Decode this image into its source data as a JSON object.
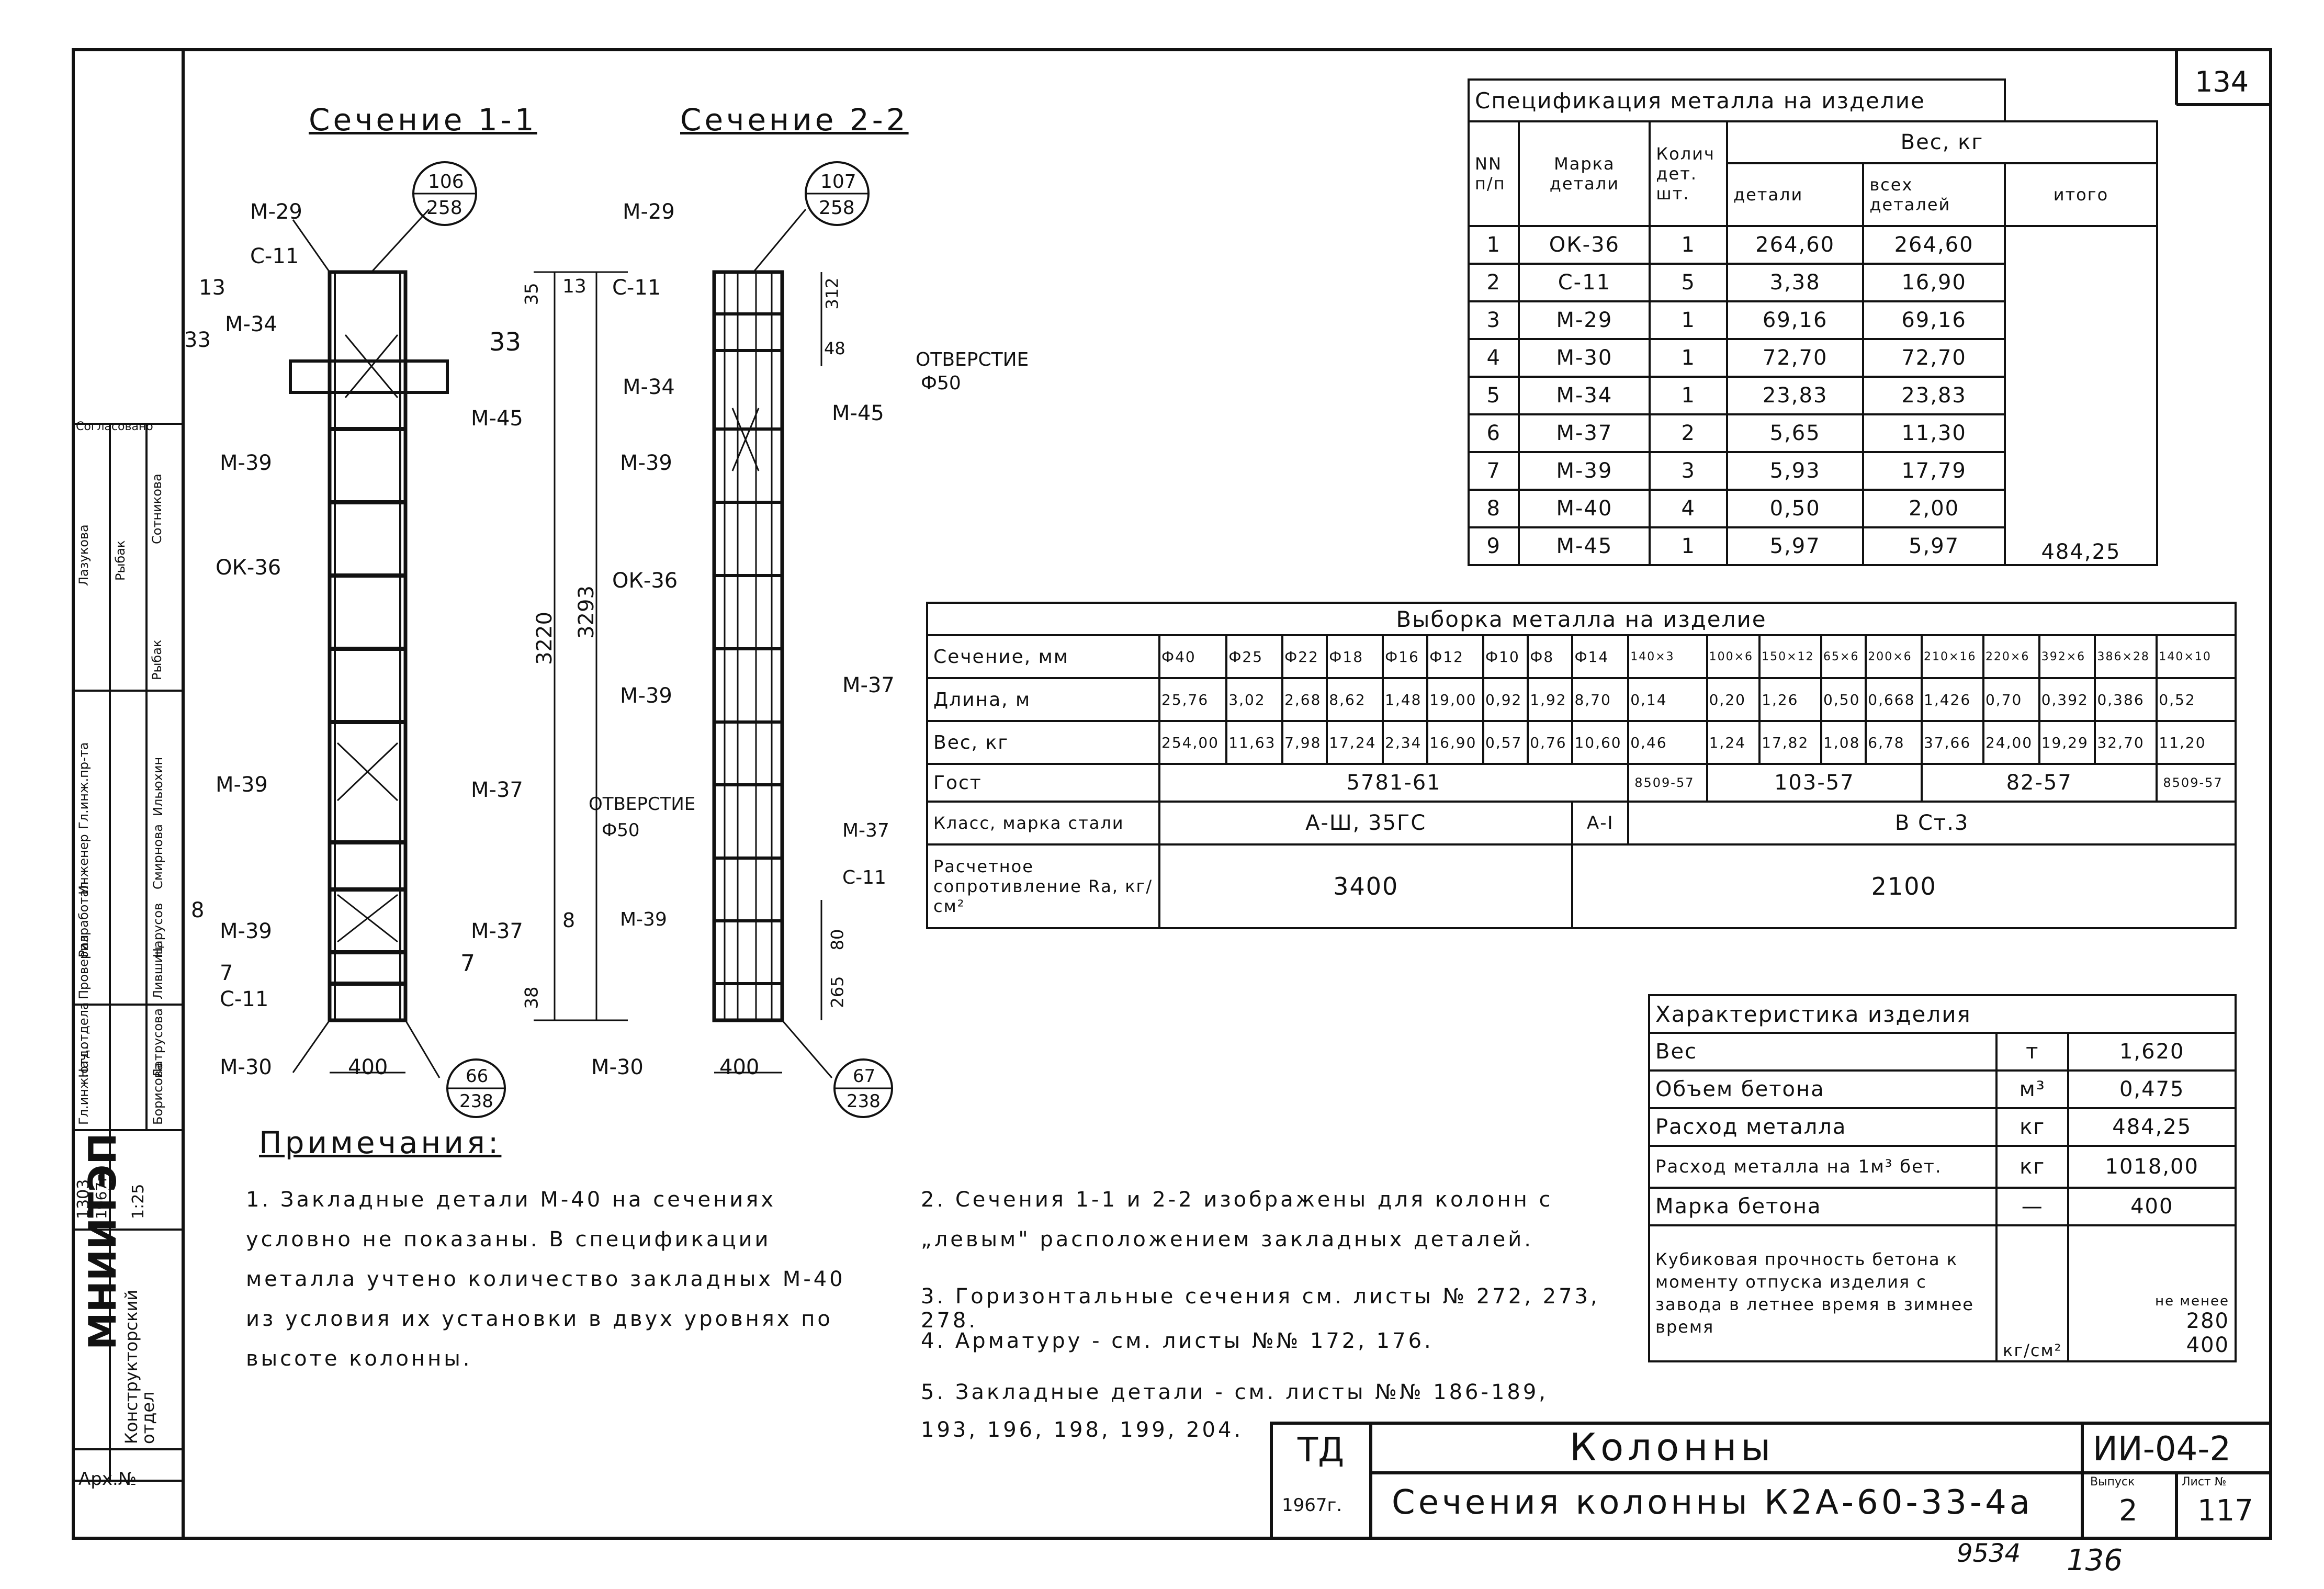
{
  "sheet_number_top": "134",
  "sections": {
    "s1_title": "Сечение 1-1",
    "s2_title": "Сечение 2-2",
    "labels": {
      "m29": "М-29",
      "c11": "С-11",
      "m34": "М-34",
      "m45": "М-45",
      "m39": "М-39",
      "ok36": "ОК-36",
      "m37": "М-37",
      "m30": "М-30",
      "n13": "13",
      "n33": "33",
      "n8": "8",
      "n7": "7",
      "n35": "35",
      "n38": "38",
      "d3220": "3220",
      "d3293": "3293",
      "d400": "400",
      "d312": "312",
      "d48": "48",
      "d80": "80",
      "d265": "265",
      "otv": "ОТВЕРСТИЕ",
      "phi50": "Ф50",
      "circle1_top": "106",
      "circle1_bot": "258",
      "circle2_top": "107",
      "circle2_bot": "258",
      "circle3_top": "66",
      "circle3_bot": "238",
      "circle4_top": "67",
      "circle4_bot": "238"
    }
  },
  "spec": {
    "title": "Спецификация металла на изделие",
    "h_nn": "NN п/п",
    "h_mark": "Марка детали",
    "h_qty": "Колич дет. шт.",
    "h_weight": "Вес, кг",
    "h_det": "детали",
    "h_all": "всех деталей",
    "h_total": "итого",
    "rows": [
      [
        "1",
        "ОК-36",
        "1",
        "264,60",
        "264,60"
      ],
      [
        "2",
        "С-11",
        "5",
        "3,38",
        "16,90"
      ],
      [
        "3",
        "М-29",
        "1",
        "69,16",
        "69,16"
      ],
      [
        "4",
        "М-30",
        "1",
        "72,70",
        "72,70"
      ],
      [
        "5",
        "М-34",
        "1",
        "23,83",
        "23,83"
      ],
      [
        "6",
        "М-37",
        "2",
        "5,65",
        "11,30"
      ],
      [
        "7",
        "М-39",
        "3",
        "5,93",
        "17,79"
      ],
      [
        "8",
        "М-40",
        "4",
        "0,50",
        "2,00"
      ],
      [
        "9",
        "М-45",
        "1",
        "5,97",
        "5,97"
      ]
    ],
    "total": "484,25"
  },
  "vyborka": {
    "title": "Выборка металла на изделие",
    "h_section": "Сечение, мм",
    "h_length": "Длина, м",
    "h_weight": "Вес, кг",
    "h_gost": "Гост",
    "h_class": "Класс, марка стали",
    "h_resist": "Расчетное сопротивление Rа, кг/см²",
    "cols": [
      "Ф40",
      "Ф25",
      "Ф22",
      "Ф18",
      "Ф16",
      "Ф12",
      "Ф10",
      "Ф8",
      "Ф14",
      "140×3",
      "100×6",
      "150×12",
      "65×6",
      "200×6",
      "210×16",
      "220×6",
      "392×6",
      "386×28",
      "140×10"
    ],
    "lengths": [
      "25,76",
      "3,02",
      "2,68",
      "8,62",
      "1,48",
      "19,00",
      "0,92",
      "1,92",
      "8,70",
      "0,14",
      "0,20",
      "1,26",
      "0,50",
      "0,668",
      "1,426",
      "0,70",
      "0,392",
      "0,386",
      "0,52"
    ],
    "weights": [
      "254,00",
      "11,63",
      "7,98",
      "17,24",
      "2,34",
      "16,90",
      "0,57",
      "0,76",
      "10,60",
      "0,46",
      "1,24",
      "17,82",
      "1,08",
      "6,78",
      "37,66",
      "24,00",
      "19,29",
      "32,70",
      "11,20"
    ],
    "gost": [
      "5781-61",
      "8509-57",
      "103-57",
      "82-57",
      "8509-57"
    ],
    "class": [
      "А-Ш, 35ГС",
      "А-I",
      "В Ст.3"
    ],
    "resist": [
      "3400",
      "2100"
    ]
  },
  "char": {
    "title": "Характеристика изделия",
    "rows": [
      [
        "Вес",
        "т",
        "1,620"
      ],
      [
        "Объем бетона",
        "м³",
        "0,475"
      ],
      [
        "Расход металла",
        "кг",
        "484,25"
      ],
      [
        "Расход металла на 1м³ бет.",
        "кг",
        "1018,00"
      ],
      [
        "Марка бетона",
        "—",
        "400"
      ]
    ],
    "strength_label": "Кубиковая прочность бетона к моменту отпуска изделия с завода в летнее время в зимнее время",
    "strength_unit": "кг/см²",
    "strength_prefix": "не менее",
    "strength_summer": "280",
    "strength_winter": "400"
  },
  "notes": {
    "title": "Примечания:",
    "n1": "1. Закладные детали М-40 на сечениях условно не показаны. В спецификации металла учтено количество закладных М-40 из условия их установки в двух уровнях по высоте колонны.",
    "n2": "2. Сечения 1-1 и 2-2 изображены для колонн с „левым\" расположением закладных деталей.",
    "n3": "3. Горизонтальные сечения см. листы № 272, 273, 278.",
    "n4": "4. Арматуру - см. листы №№ 172, 176.",
    "n5": "5. Закладные детали - см. листы №№ 186-189, 193, 196, 198, 199, 204."
  },
  "title_block": {
    "td": "ТД",
    "year": "1967г.",
    "title1": "Колонны",
    "title2": "Сечения колонны К2А-60-33-4а",
    "code": "ИИ-04-2",
    "vyp_label": "Выпуск",
    "list_label": "Лист №",
    "vyp": "2",
    "list": "117",
    "bottom_num1": "9534",
    "bottom_num2": "136"
  },
  "side_stamp": {
    "org": "МНИИТЭП",
    "dept": "Конструкторский отдел",
    "sogl": "Согласовано",
    "arch": "Арх.№",
    "roles": [
      "Гл.инж.пр-та",
      "Инженер",
      "Разработал",
      "Проверил",
      "Нач.отдела",
      "Гл.инж.отд."
    ],
    "names": [
      "Ильюхин",
      "Смирнова",
      "Нарусов",
      "Лившиц",
      "Латрусова",
      "Борисова"
    ],
    "sogl_names": [
      "Лазукова",
      "Рыбак",
      "Сотникова",
      "Рыбак"
    ],
    "num1": "1303",
    "num2": "1967г.",
    "num3": "1:25"
  }
}
